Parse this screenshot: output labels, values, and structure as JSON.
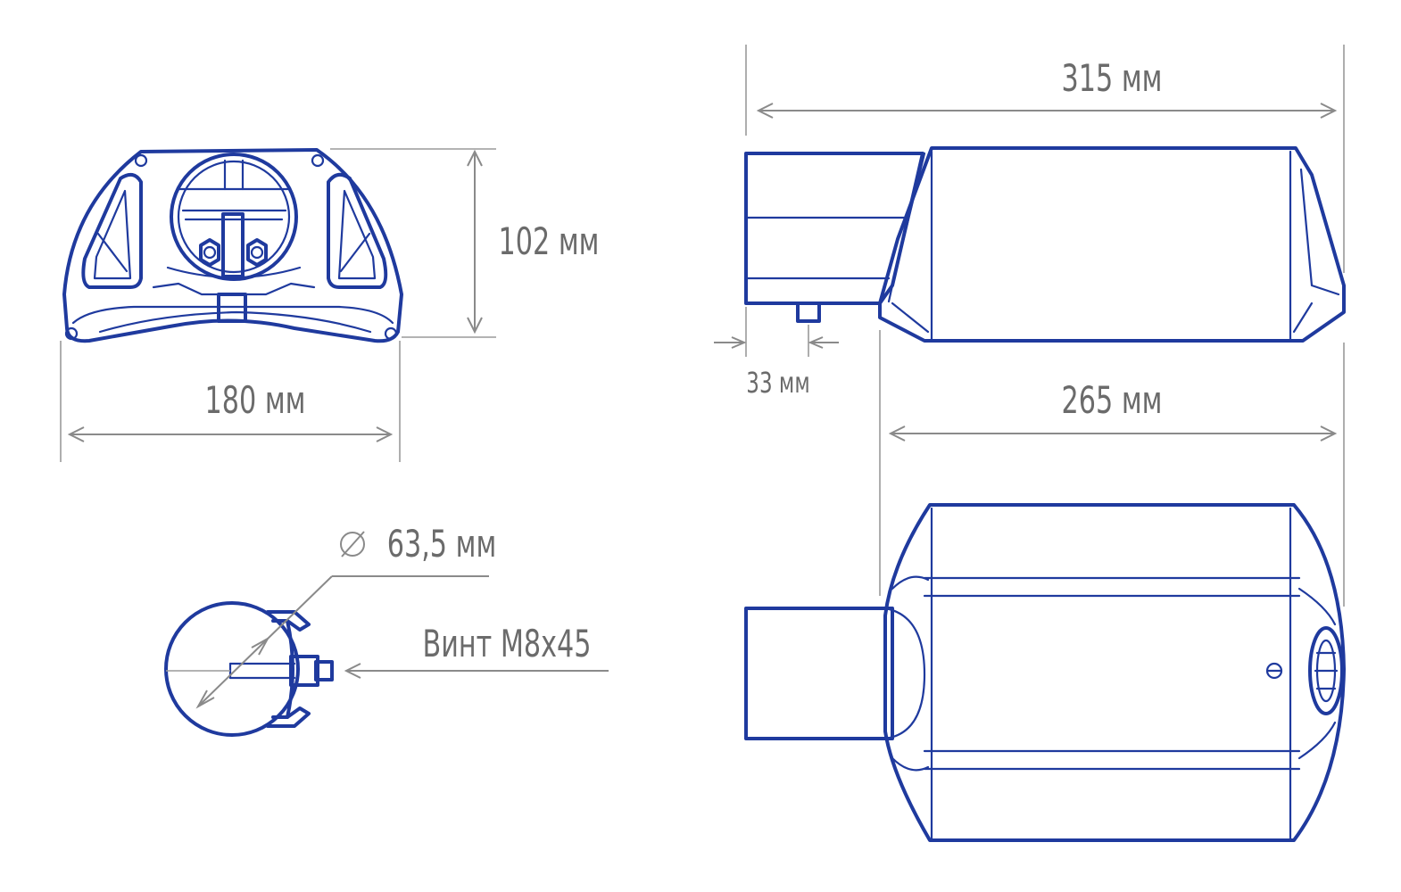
{
  "colors": {
    "drawing": "#1f3a9e",
    "dimension": "#8a8a8a",
    "text": "#6b6b6b"
  },
  "dimensions": {
    "width_front": "180 мм",
    "height_front": "102 мм",
    "total_length": "315 мм",
    "body_length": "265 мм",
    "mount_offset": "33 мм"
  },
  "clamp": {
    "diameter": "63,5 мм",
    "screw": "Винт М8х45"
  }
}
